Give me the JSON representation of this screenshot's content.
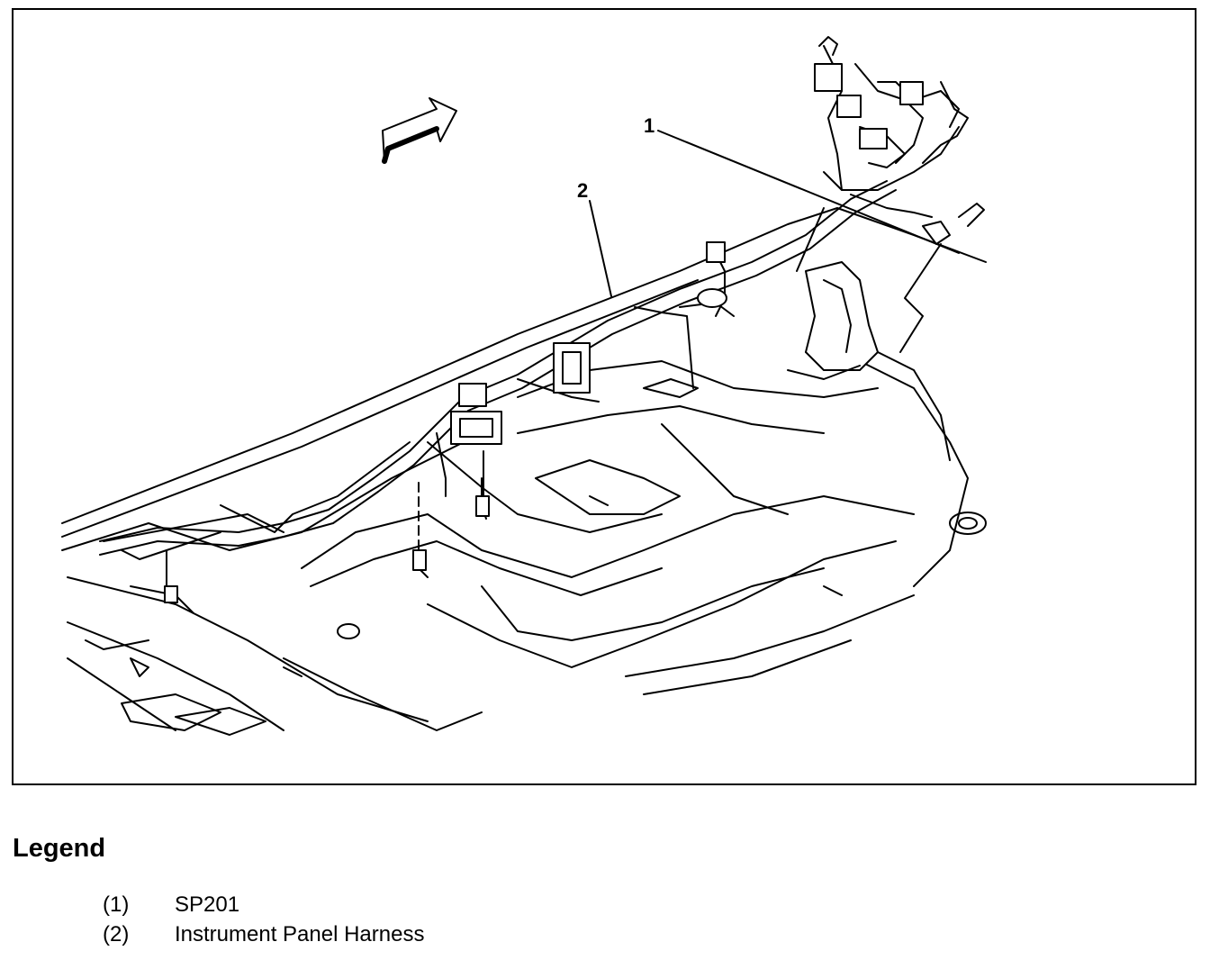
{
  "callouts": {
    "c1": "1",
    "c2": "2"
  },
  "legend": {
    "title": "Legend",
    "items": [
      {
        "num": "(1)",
        "label": "SP201"
      },
      {
        "num": "(2)",
        "label": "Instrument Panel Harness"
      }
    ]
  },
  "colors": {
    "line": "#000000",
    "background": "#ffffff"
  },
  "icons": {
    "direction_arrow": "forward-arrow-icon"
  }
}
